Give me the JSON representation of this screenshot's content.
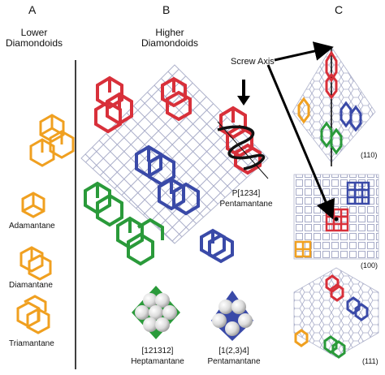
{
  "headers": {
    "a": "A",
    "b": "B",
    "c": "C"
  },
  "titles": {
    "lower_line1": "Lower",
    "lower_line2": "Diamondoids",
    "higher_line1": "Higher",
    "higher_line2": "Diamondoids"
  },
  "labels": {
    "adamantane": "Adamantane",
    "diamantane": "Diamantane",
    "triamantane": "Triamantane",
    "screw_axis": "Screw Axis",
    "p1234_line1": "P[1234]",
    "p1234_line2": "Pentamantane",
    "hepta_line1": "[121312]",
    "hepta_line2": "Heptamantane",
    "penta2_line1": "[1(2,3)4]",
    "penta2_line2": "Pentamantane",
    "face_110": "(110)",
    "face_100": "(100)",
    "face_111": "(111)"
  },
  "colors": {
    "yellow": "#f0a020",
    "red": "#d8303a",
    "blue": "#3a4aa8",
    "green": "#2a9a3a",
    "lattice": "#9aa0c0"
  }
}
